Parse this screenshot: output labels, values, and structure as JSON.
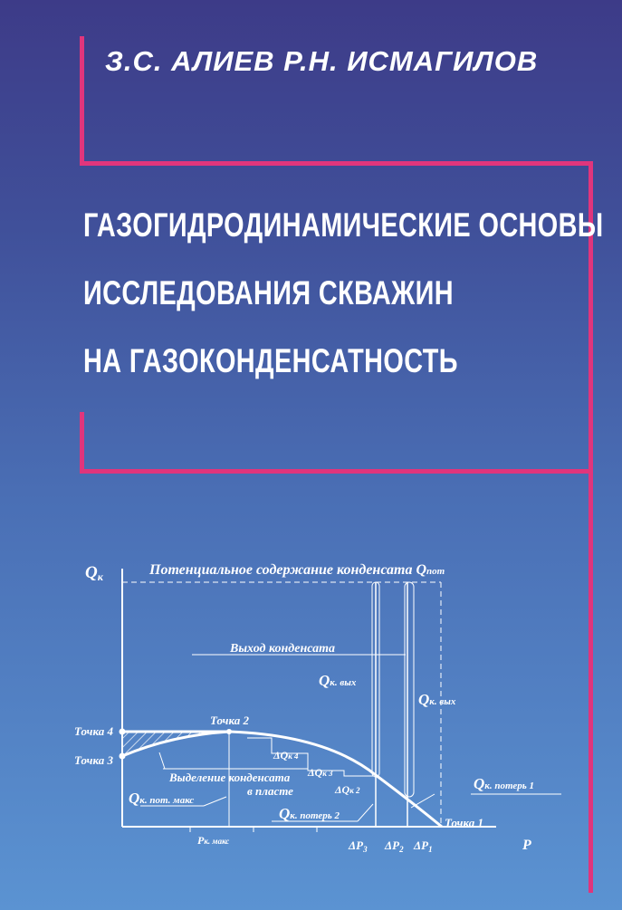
{
  "authors": "З.С. АЛИЕВ  Р.Н. ИСМАГИЛОВ",
  "title_lines": [
    "ГАЗОГИДРОДИНАМИЧЕСКИЕ ОСНОВЫ",
    "ИССЛЕДОВАНИЯ СКВАЖИН",
    "НА ГАЗОКОНДЕНСАТНОСТЬ"
  ],
  "colors": {
    "accent": "#e0357c",
    "bg_top": "#3d3b88",
    "bg_bottom": "#5b93d2"
  },
  "diagram": {
    "y_axis": "Q",
    "y_axis_sub": "к",
    "x_axis": "P",
    "potential_label": "Потенциальное содержание конденсата Q",
    "potential_sub": "пот",
    "output_label": "Выход конденсата",
    "q_out": "Q",
    "q_out_sub": "к. вых",
    "point1": "Точка 1",
    "point2": "Точка 2",
    "point3": "Точка 3",
    "point4": "Точка 4",
    "release_label_1": "Выделение конденсата",
    "release_label_2": "в пласте",
    "q_loss_max": "Q",
    "q_loss_max_sub": "к. пот. макс",
    "q_loss1": "Q",
    "q_loss1_sub": "к. потерь 1",
    "q_loss2": "Q",
    "q_loss2_sub": "к. потерь 2",
    "dq4": "ΔQ",
    "dq4_sub": "к 4",
    "dq3": "ΔQ",
    "dq3_sub": "к 3",
    "dq2": "ΔQ",
    "dq2_sub": "к 2",
    "p_max": "P",
    "p_max_sub": "к. макс",
    "dp3": "ΔP",
    "dp3_sub": "3",
    "dp2": "ΔP",
    "dp2_sub": "2",
    "dp1": "ΔP",
    "dp1_sub": "1"
  }
}
